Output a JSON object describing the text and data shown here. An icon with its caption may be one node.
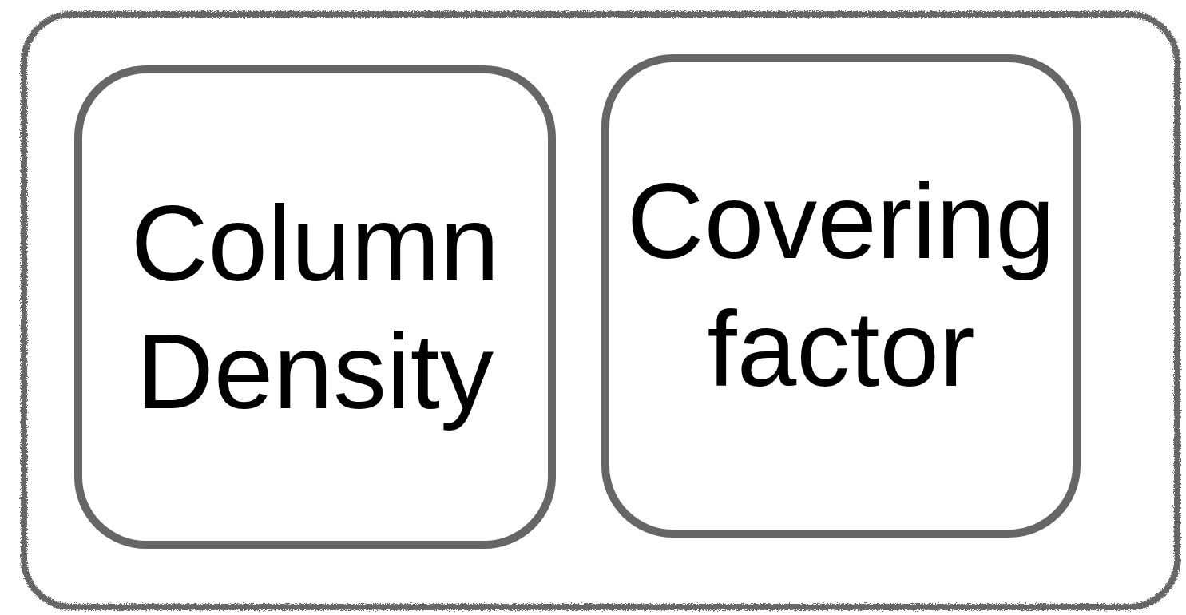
{
  "diagram": {
    "nodes": [
      {
        "text": [],
        "shape": "box"
      },
      {
        "text": [
          "Column Density"
        ],
        "in": 0
      },
      {
        "text": [
          "Covering factor"
        ],
        "in": 0
      }
    ]
  }
}
